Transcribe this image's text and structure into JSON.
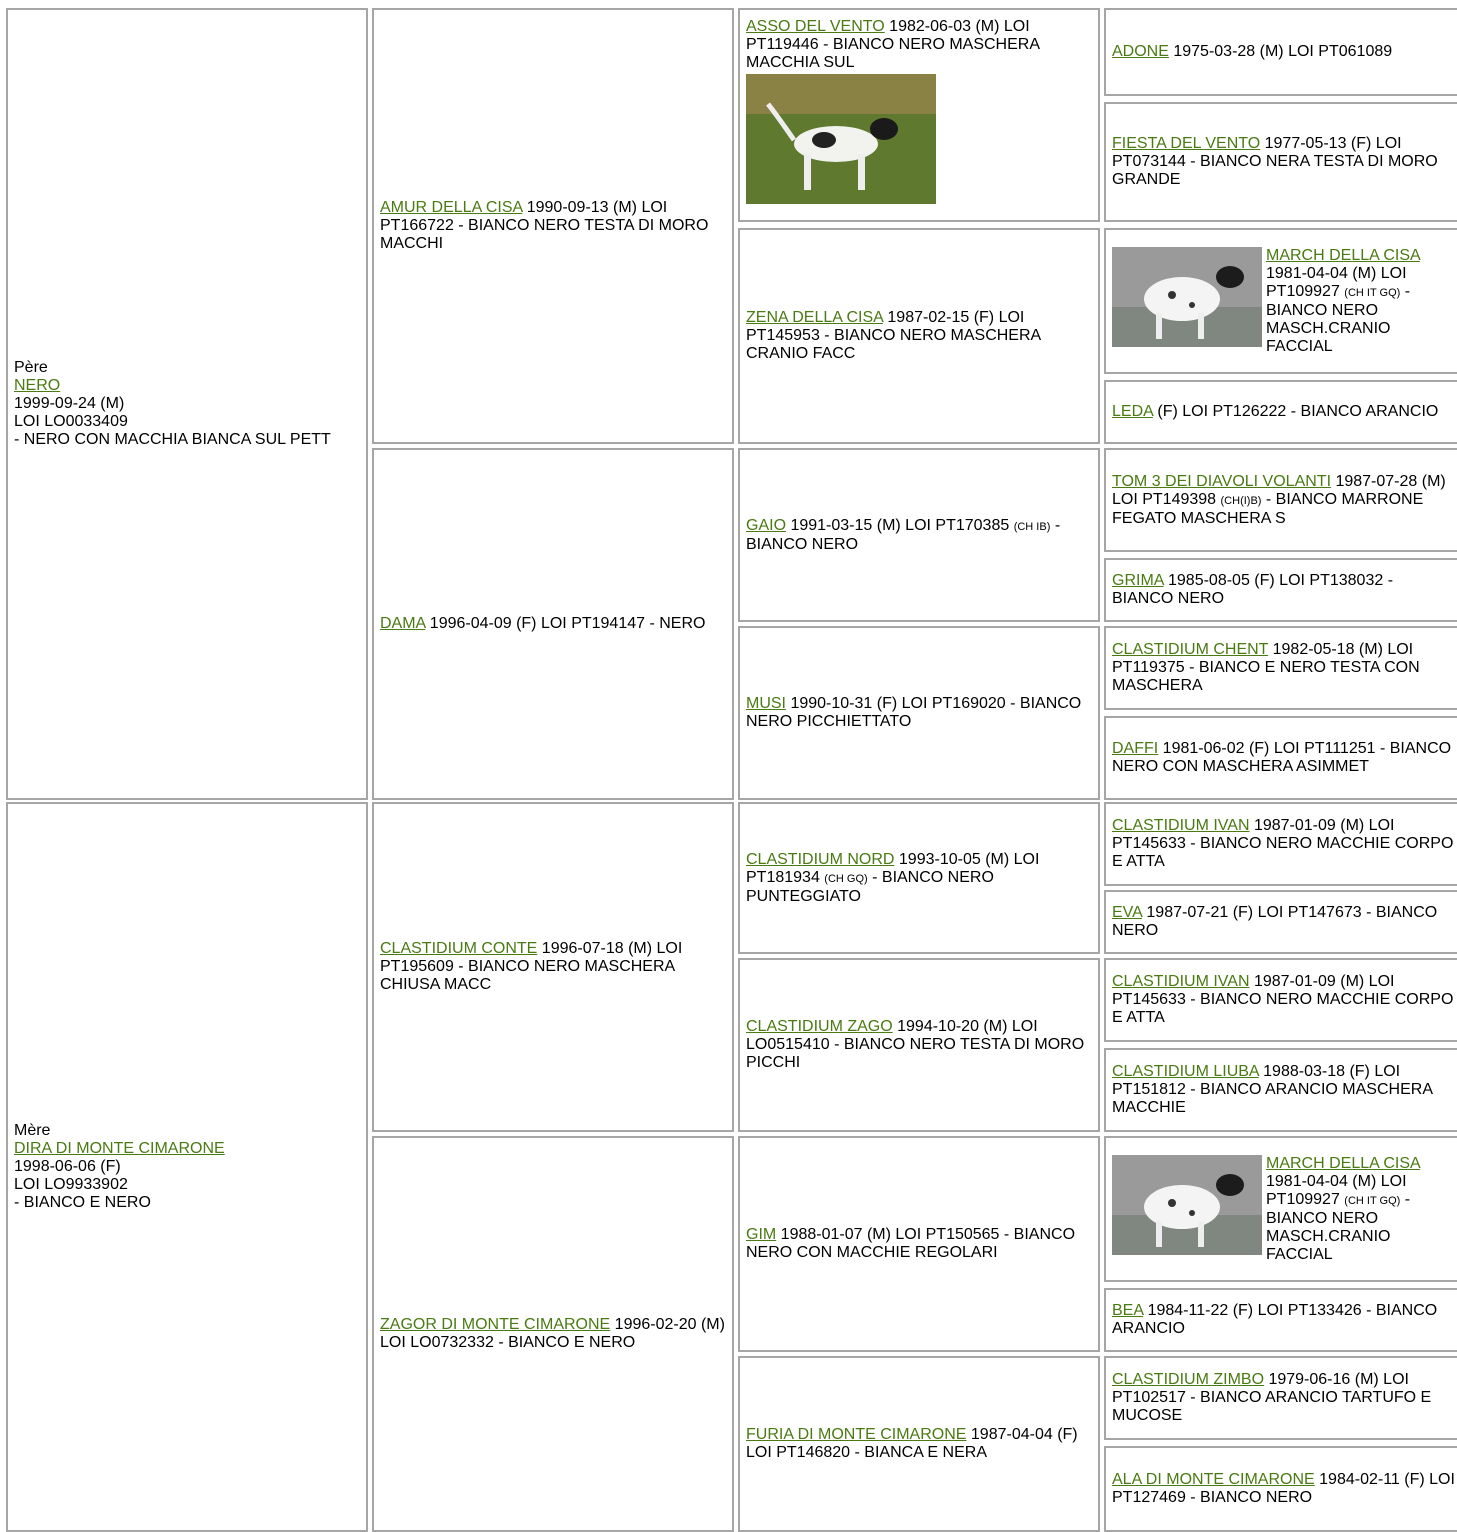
{
  "sire": {
    "label": "Père",
    "name": "NERO",
    "date": "1999-09-24 (M)",
    "reg": "LOI LO0033409",
    "color": "- NERO CON MACCHIA BIANCA SUL PETT"
  },
  "dam": {
    "label": "Mère",
    "name": "DIRA DI MONTE CIMARONE",
    "date": "1998-06-06 (F)",
    "reg": "LOI LO9933902",
    "color": "- BIANCO E NERO"
  },
  "gen2": [
    {
      "name": "AMUR DELLA CISA",
      "info": " 1990-09-13 (M) LOI PT166722 - BIANCO NERO TESTA DI MORO MACCHI"
    },
    {
      "name": "DAMA",
      "info": " 1996-04-09 (F) LOI PT194147 - NERO"
    },
    {
      "name": "CLASTIDIUM CONTE",
      "info": " 1996-07-18 (M) LOI PT195609 - BIANCO NERO MASCHERA CHIUSA MACC"
    },
    {
      "name": "ZAGOR DI MONTE CIMARONE",
      "info": " 1996-02-20 (M) LOI LO0732332 - BIANCO E NERO"
    }
  ],
  "gen3": [
    {
      "name": "ASSO DEL VENTO",
      "info": " 1982-06-03 (M) LOI PT119446 - BIANCO NERO MASCHERA MACCHIA SUL"
    },
    {
      "name": "ZENA DELLA CISA",
      "info": " 1987-02-15 (F) LOI PT145953 - BIANCO NERO MASCHERA CRANIO FACC"
    },
    {
      "name": "GAIO",
      "info": " 1991-03-15 (M) LOI PT170385 ",
      "small": "(CH IB)",
      "info2": " - BIANCO NERO"
    },
    {
      "name": "MUSI",
      "info": " 1990-10-31 (F) LOI PT169020 - BIANCO NERO PICCHIETTATO"
    },
    {
      "name": "CLASTIDIUM NORD",
      "info": " 1993-10-05 (M) LOI PT181934 ",
      "small": "(CH GQ)",
      "info2": " - BIANCO NERO PUNTEGGIATO"
    },
    {
      "name": "CLASTIDIUM ZAGO",
      "info": " 1994-10-20 (M) LOI LO0515410 - BIANCO NERO TESTA DI MORO PICCHI"
    },
    {
      "name": "GIM",
      "info": " 1988-01-07 (M) LOI PT150565 - BIANCO NERO CON MACCHIE REGOLARI"
    },
    {
      "name": "FURIA DI MONTE CIMARONE",
      "info": " 1987-04-04 (F) LOI PT146820 - BIANCA E NERA"
    }
  ],
  "gen4": [
    {
      "name": "ADONE",
      "info": " 1975-03-28 (M) LOI PT061089"
    },
    {
      "name": "FIESTA DEL VENTO",
      "info": " 1977-05-13 (F) LOI PT073144 - BIANCO NERA TESTA DI MORO GRANDE"
    },
    {
      "name": "MARCH DELLA CISA",
      "info": " 1981-04-04 (M) LOI PT109927 ",
      "small": "(CH IT GQ)",
      "info2": " - BIANCO NERO MASCH.CRANIO FACCIAL"
    },
    {
      "name": "LEDA",
      "info": " (F) LOI PT126222 - BIANCO ARANCIO"
    },
    {
      "name": "TOM 3 DEI DIAVOLI VOLANTI",
      "info": " 1987-07-28 (M) LOI PT149398 ",
      "small": "(CH(I)B)",
      "info2": " - BIANCO MARRONE FEGATO MASCHERA S"
    },
    {
      "name": "GRIMA",
      "info": " 1985-08-05 (F) LOI PT138032 - BIANCO NERO"
    },
    {
      "name": "CLASTIDIUM CHENT",
      "info": " 1982-05-18 (M) LOI PT119375 - BIANCO E NERO TESTA CON MASCHERA"
    },
    {
      "name": "DAFFI",
      "info": " 1981-06-02 (F) LOI PT111251 - BIANCO NERO CON MASCHERA ASIMMET"
    },
    {
      "name": "CLASTIDIUM IVAN",
      "info": " 1987-01-09 (M) LOI PT145633 - BIANCO NERO MACCHIE CORPO E ATTA"
    },
    {
      "name": "EVA",
      "info": " 1987-07-21 (F) LOI PT147673 - BIANCO NERO"
    },
    {
      "name": "CLASTIDIUM IVAN",
      "info": " 1987-01-09 (M) LOI PT145633 - BIANCO NERO MACCHIE CORPO E ATTA"
    },
    {
      "name": "CLASTIDIUM LIUBA",
      "info": " 1988-03-18 (F) LOI PT151812 - BIANCO ARANCIO MASCHERA MACCHIE"
    },
    {
      "name": "MARCH DELLA CISA",
      "info": " 1981-04-04 (M) LOI PT109927 ",
      "small": "(CH IT GQ)",
      "info2": " - BIANCO NERO MASCH.CRANIO FACCIAL"
    },
    {
      "name": "BEA",
      "info": " 1984-11-22 (F) LOI PT133426 - BIANCO ARANCIO"
    },
    {
      "name": "CLASTIDIUM ZIMBO",
      "info": " 1979-06-16 (M) LOI PT102517 - BIANCO ARANCIO TARTUFO E MUCOSE"
    },
    {
      "name": "ALA DI MONTE CIMARONE",
      "info": " 1984-02-11 (F) LOI PT127469 - BIANCO NERO"
    }
  ],
  "colors": {
    "link": "#4a7a12",
    "border": "#a6a6a6"
  }
}
